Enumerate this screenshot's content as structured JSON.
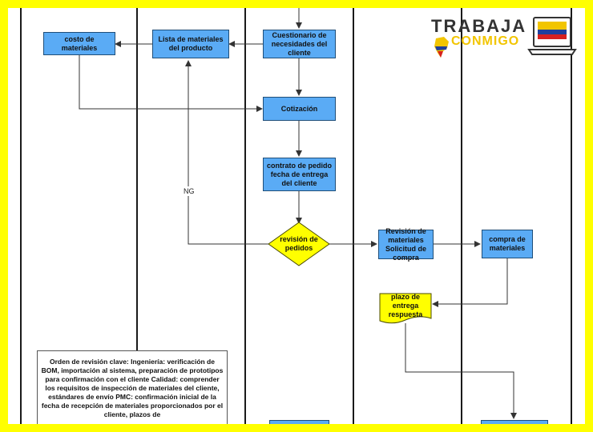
{
  "nodes": {
    "costo": "costo de materiales",
    "lista": "Lista de materiales del producto",
    "cuestionario": "Cuestionario de necesidades del cliente",
    "cotizacion": "Cotización",
    "contrato": "contrato de pedido fecha de entrega del cliente",
    "revision_pedidos": "revisión de pedidos",
    "revision_materiales": "Revisión de materiales Solicitud de compra",
    "compra": "compra de materiales",
    "plazo": "plazo de entrega respuesta"
  },
  "edge_labels": {
    "ng": "NG"
  },
  "note": "Orden de revisión clave: Ingeniería: verificación de BOM, importación al sistema, preparación de prototipos para confirmación con el cliente Calidad: comprender los requisitos de inspección de materiales del cliente, estándares de envío PMC: confirmación inicial de la fecha de recepción de materiales proporcionados por el cliente, plazos de",
  "watermark": {
    "line1": "TRABAJA",
    "line2": "CONMIGO"
  },
  "colors": {
    "process": "#5aabf5",
    "decision": "#ffff00",
    "border": "#ffff00"
  }
}
